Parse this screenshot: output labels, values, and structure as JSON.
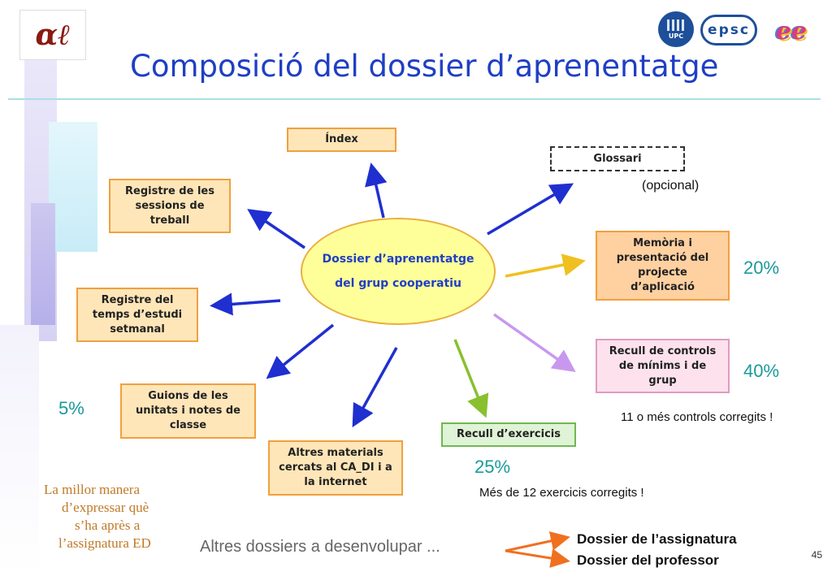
{
  "title": "Composició del dossier d’aprenentatge",
  "center": {
    "line1": "Dossier d’aprenentatge",
    "line2": "del grup cooperatiu"
  },
  "nodes": {
    "index": "Índex",
    "glossari": "Glossari",
    "glossari_note": "(opcional)",
    "registre_sessions": "Registre de les sessions de treball",
    "registre_temps": "Registre del temps d’estudi setmanal",
    "guions": "Guions de les unitats i notes de classe",
    "altres_materials": "Altres materials cercats al CA_DI i a la internet",
    "recull_exercicis": "Recull d’exercicis",
    "recull_controls": "Recull de controls de mínims i de grup",
    "memoria": "Memòria i presentació del projecte d’aplicació"
  },
  "percentages": {
    "memoria": "20%",
    "controls": "40%",
    "guions": "5%",
    "exercicis": "25%"
  },
  "notes": {
    "controls": "11 o més controls corregits !",
    "exercicis": "Més de 12 exercicis corregits !"
  },
  "quote": [
    "La millor manera",
    "d’expressar què",
    "s’ha après  a",
    "l’assignatura ED"
  ],
  "others": {
    "label": "Altres dossiers a desenvolupar ...",
    "items": [
      "Dossier de l’assignatura",
      "Dossier del professor"
    ]
  },
  "logos": {
    "left": "αℓ",
    "upc": "UPC",
    "epsc": "epsc",
    "ee": "ee"
  },
  "page_number": "45",
  "colors": {
    "title": "#1f3fc4",
    "arrow_blue": "#1f2fd0",
    "arrow_yellow": "#f0c020",
    "arrow_lilac": "#c898ee",
    "arrow_green": "#88c030",
    "arrow_orange": "#f07020",
    "percent": "#1a9a9a"
  }
}
